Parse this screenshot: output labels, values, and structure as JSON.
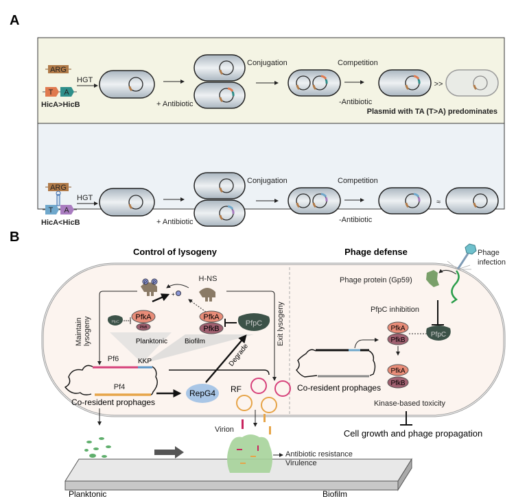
{
  "panel_a": {
    "label": "A",
    "top_row": {
      "gene_arg": "ARG",
      "gene_t": "T",
      "gene_a": "A",
      "ratio_label": "HicA>HicB",
      "hgt": "HGT",
      "antibiotic_plus": "+ Antibiotic",
      "conjugation": "Conjugation",
      "competition": "Competition",
      "antibiotic_minus": "-Antibiotic",
      "comparison": ">>",
      "conclusion": "Plasmid with TA (T>A) predominates",
      "background": "#f4f4e4",
      "toxin_color": "#e07a4f",
      "antitoxin_color": "#2f8f8a"
    },
    "bottom_row": {
      "gene_arg": "ARG",
      "gene_t": "T",
      "gene_a": "A",
      "ratio_label": "HicA<HicB",
      "hgt": "HGT",
      "antibiotic_plus": "+ Antibiotic",
      "conjugation": "Conjugation",
      "competition": "Competition",
      "antibiotic_minus": "-Antibiotic",
      "comparison": "≈",
      "background": "#edf2f6",
      "toxin_color": "#6fa8cc",
      "antitoxin_color": "#a97cc0"
    }
  },
  "panel_b": {
    "label": "B",
    "left": {
      "title": "Control of lysogeny",
      "hns": "H-NS",
      "phospho": "P",
      "plus_p": "+",
      "maintain": [
        "Maintain",
        "lysogeny"
      ],
      "exit": "Exit lysogeny",
      "pfka": "PfkA",
      "pfkb": "PfkB",
      "pfpc": "PfpC",
      "planktonic": "Planktonic",
      "biofilm": "Biofilm",
      "pf6": "Pf6",
      "kkp": "KKP",
      "pf4": "Pf4",
      "prophages": "Co-resident prophages",
      "repg4": "RepG4",
      "degrade": "Degrade",
      "rf": "RF",
      "virion": "Virion"
    },
    "right": {
      "title": "Phage defense",
      "phage_infection": [
        "Phage",
        "infection"
      ],
      "phage_protein": "Phage protein (Gp59)",
      "pfpc_inhibition": "PfpC inhibition",
      "pfka": "PfkA",
      "pfkb": "PfkB",
      "pfpc": "PfpC",
      "prophages": "Co-resident prophages",
      "toxicity": "Kinase-based toxicity",
      "outcome": "Cell growth and phage propagation"
    },
    "bottom": {
      "planktonic": "Planktonic",
      "biofilm": "Biofilm",
      "outputs": [
        "Antibiotic resistance",
        "Virulence"
      ]
    }
  }
}
